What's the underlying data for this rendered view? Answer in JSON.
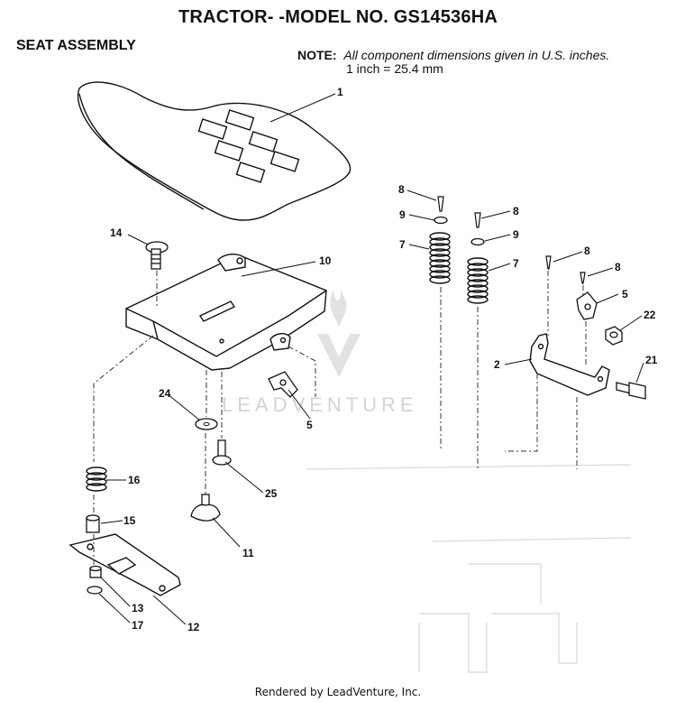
{
  "header": {
    "title": "TRACTOR- -MODEL NO. GS14536HA",
    "section": "SEAT ASSEMBLY"
  },
  "note": {
    "label": "NOTE:",
    "text": "All component dimensions given in U.S. inches.",
    "conversion": "1 inch = 25.4 mm"
  },
  "callouts": [
    "1",
    "2",
    "5",
    "5",
    "7",
    "7",
    "8",
    "8",
    "8",
    "8",
    "9",
    "9",
    "10",
    "11",
    "12",
    "13",
    "14",
    "15",
    "16",
    "17",
    "21",
    "22",
    "24",
    "25"
  ],
  "watermark": "LEADVENTURE",
  "footer": "Rendered by LeadVenture, Inc.",
  "colors": {
    "line": "#111111",
    "watermark": "#d4d4d4"
  }
}
